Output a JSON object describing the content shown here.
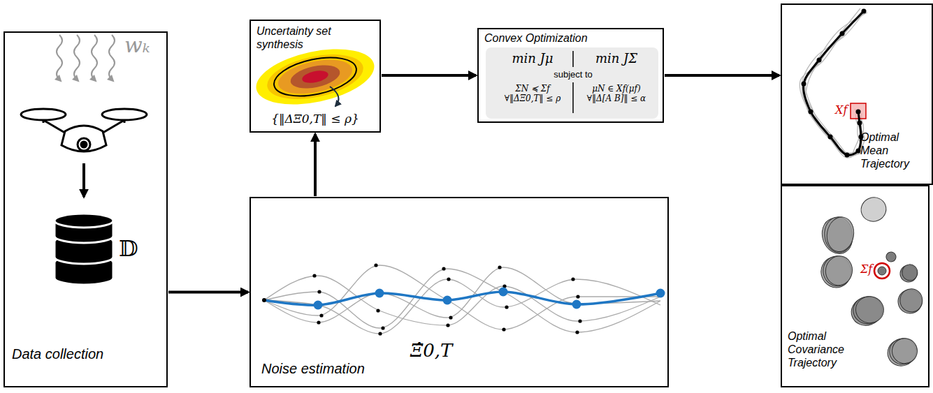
{
  "diagram": {
    "nodes": [
      {
        "text": [
          "Data collection"
        ]
      },
      {
        "text": [
          "Uncertainty set synthesis",
          "{‖ΔΞ0,T‖ ≤ ρ}"
        ]
      },
      {
        "text": [
          "Convex Optimization",
          "min Jμ",
          "min JΣ",
          "subject to",
          "ΣN ≼ Σf ∀‖ΔΞ0,T‖ ≤ ρ",
          "μN ∈ Xf(μf) ∀‖Δ[A B]‖ ≤ α"
        ]
      },
      {
        "text": [
          "Noise estimation",
          "Ξ̂0,T"
        ]
      },
      {
        "text": [
          "Optimal Mean Trajectory"
        ]
      },
      {
        "text": [
          "Optimal Covariance Trajectory"
        ]
      }
    ],
    "edges": [
      {
        "from": 0,
        "to": 3,
        "arrow": "to"
      },
      {
        "from": 3,
        "to": 1,
        "arrow": "to"
      },
      {
        "from": 1,
        "to": 2,
        "arrow": "to"
      },
      {
        "from": 2,
        "to": 4,
        "arrow": "to"
      }
    ],
    "labels": [
      "wₖ",
      "𝔻",
      "Xf",
      "Σf"
    ]
  }
}
